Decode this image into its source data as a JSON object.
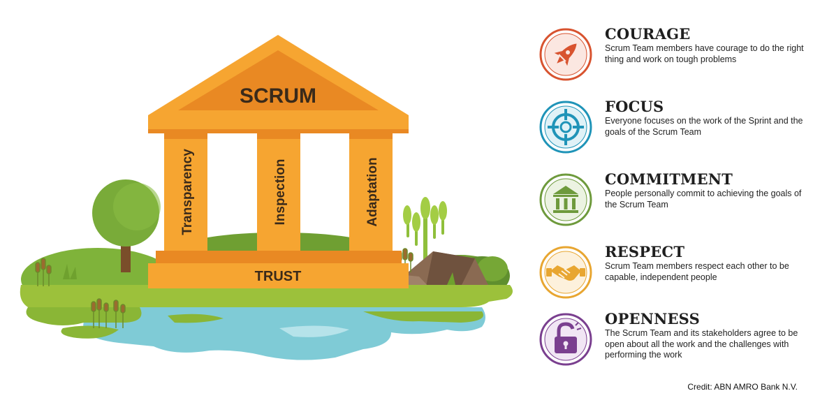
{
  "temple": {
    "roof_label": "SCRUM",
    "pillars": [
      "Transparency",
      "Inspection",
      "Adaptation"
    ],
    "base_label": "TRUST"
  },
  "values": [
    {
      "title": "COURAGE",
      "description": "Scrum Team members have courage to do the right thing and work on tough problems",
      "icon": "rocket-icon",
      "color": "#d8532f"
    },
    {
      "title": "FOCUS",
      "description": "Everyone focuses on the work of the Sprint and the goals of the Scrum Team",
      "icon": "target-icon",
      "color": "#1f94b8"
    },
    {
      "title": "COMMITMENT",
      "description": "People personally commit to achieving the goals of the Scrum Team",
      "icon": "bank-building-icon",
      "color": "#6e9a3c"
    },
    {
      "title": "RESPECT",
      "description": "Scrum Team members respect each other to be capable, independent people",
      "icon": "handshake-icon",
      "color": "#e8a631"
    },
    {
      "title": "OPENNESS",
      "description": "The Scrum Team and its stakeholders agree to be open about all the work and the challenges with performing the work",
      "icon": "open-padlock-icon",
      "color": "#7a3f8f"
    }
  ],
  "credit": "Credit: ABN AMRO Bank N.V.",
  "colors": {
    "temple_orange": "#f6a531",
    "temple_dark": "#e98923",
    "grass_green": "#9cc13b",
    "water_blue": "#7fcbd6"
  }
}
